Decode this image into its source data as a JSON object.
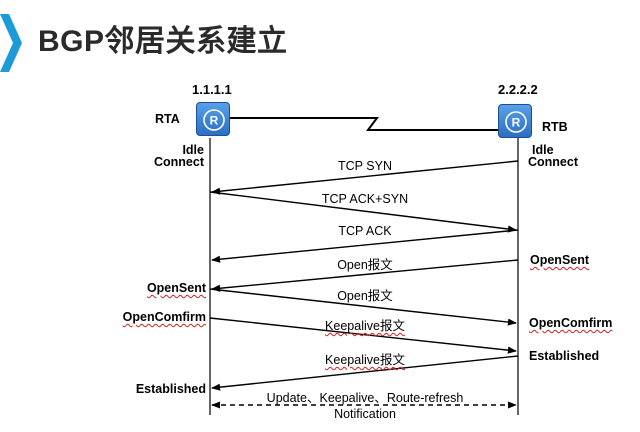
{
  "title": "BGP邻居关系建立",
  "rta": {
    "ip": "1.1.1.1",
    "name": "RTA",
    "state1": "Idle",
    "state2": "Connect"
  },
  "rtb": {
    "ip": "2.2.2.2",
    "name": "RTB",
    "state1": "Idle",
    "state2": "Connect"
  },
  "messages": {
    "tcp_syn": "TCP SYN",
    "tcp_ack_syn": "TCP ACK+SYN",
    "tcp_ack": "TCP ACK",
    "open_b": "Open报文",
    "open_a": "Open报文",
    "keepalive_a": "Keepalive报文",
    "keepalive_b": "Keepalive报文",
    "update": "Update、Keepalive、Route-refresh",
    "notification": "Notification"
  },
  "states": {
    "rtb_opensent": "OpenSent",
    "rta_opensent": "OpenSent",
    "rta_openconfirm": "OpenComfirm",
    "rtb_openconfirm": "OpenComfirm",
    "rtb_established": "Established",
    "rta_established": "Established"
  },
  "colors": {
    "accent": "#1d9bd8",
    "router": "#2c6fc4",
    "squiggle": "#d02020"
  },
  "icons": {
    "router": "router-icon",
    "chevron": "chevron-icon"
  }
}
